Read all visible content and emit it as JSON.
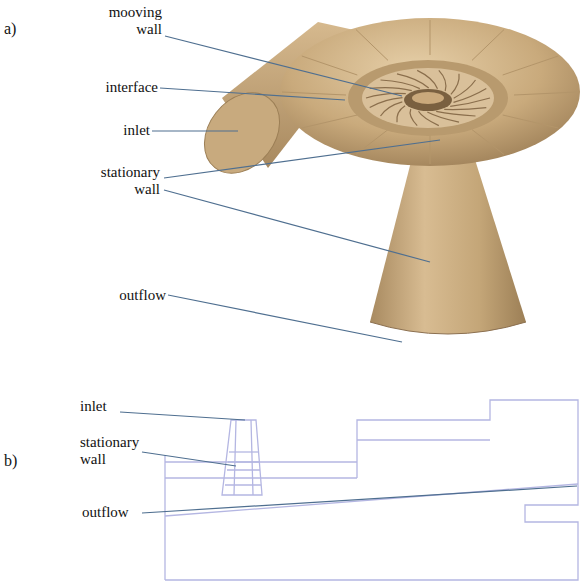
{
  "diagram": {
    "labels": [
      "a)",
      "mooving wall",
      "interface",
      "inlet",
      "stationary wall",
      "outflow",
      "b)",
      "inlet",
      "stationary wall",
      "outflow"
    ]
  }
}
